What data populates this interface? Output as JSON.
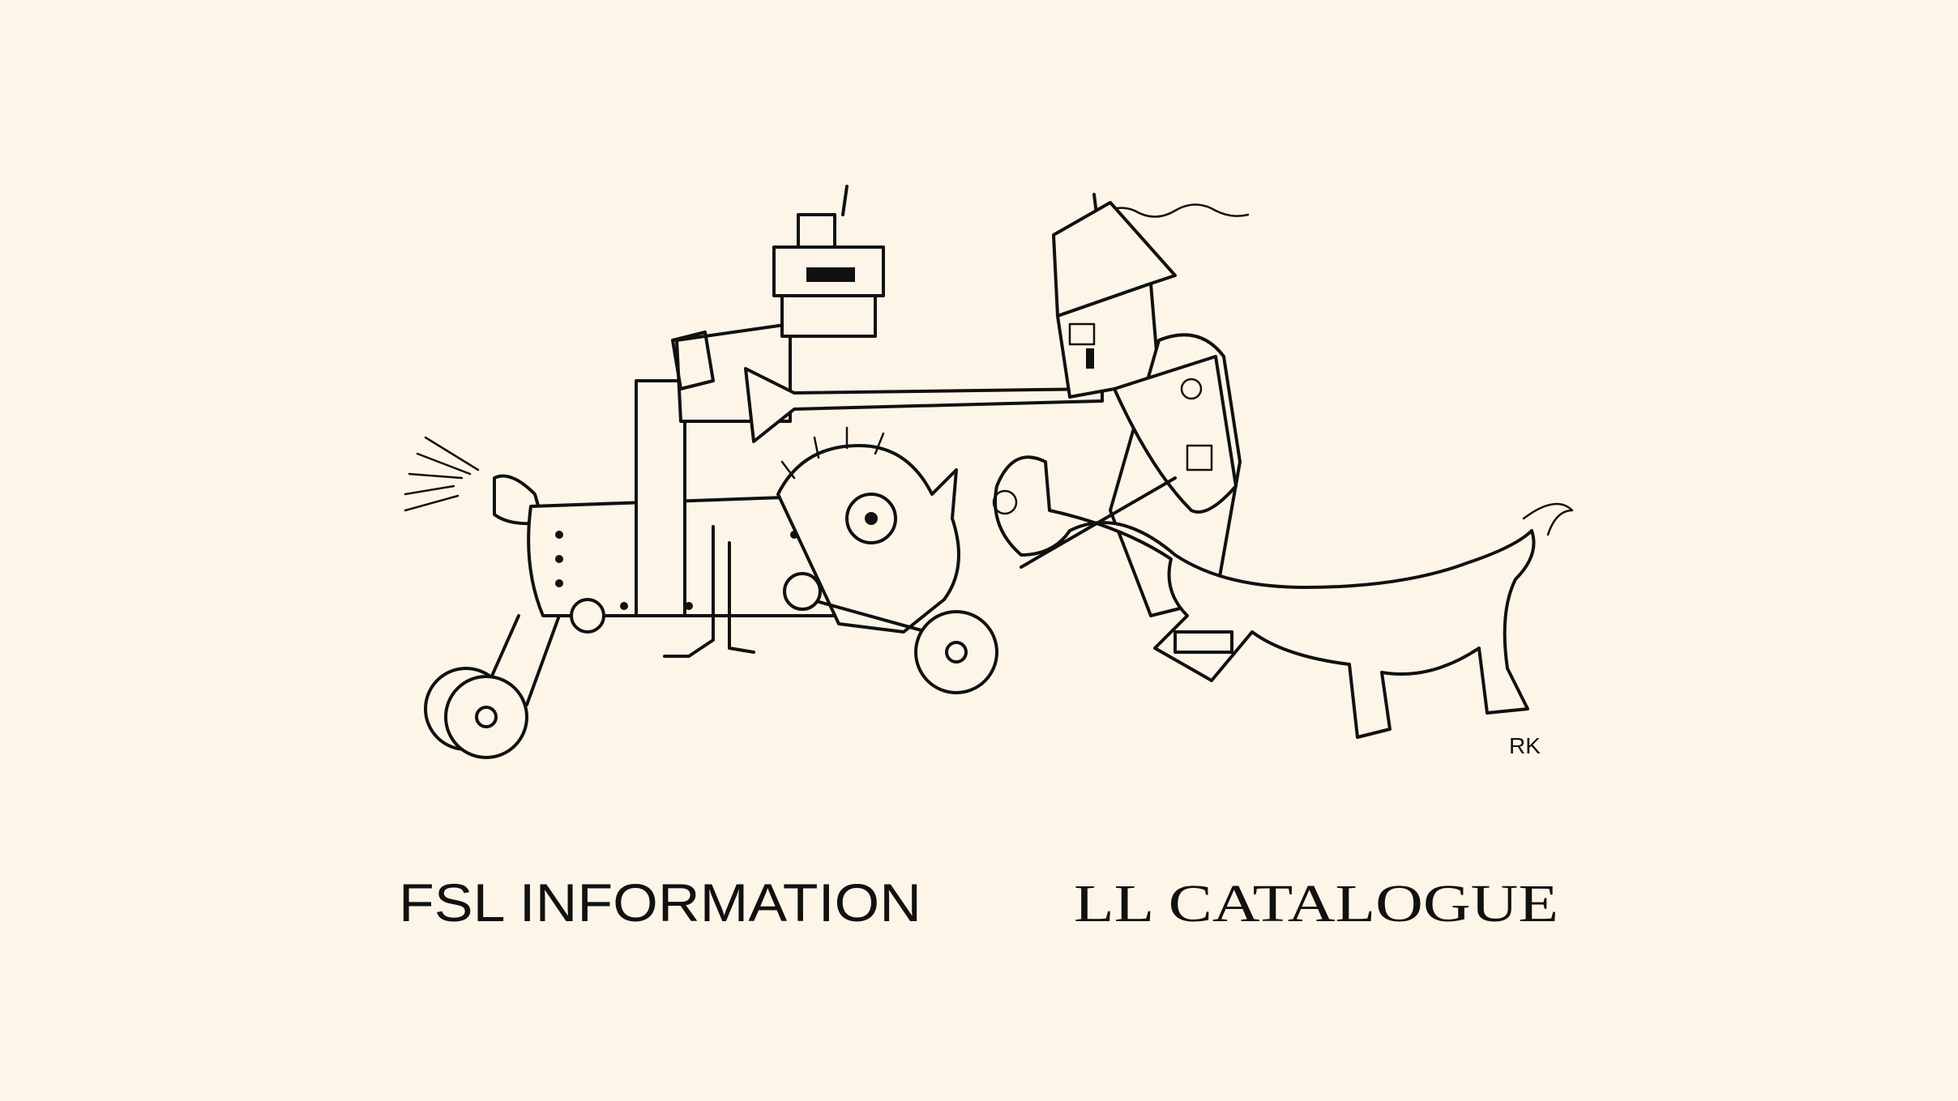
{
  "links": {
    "fsl_information": "FSL INFORMATION",
    "ll_catalogue": "LL CATALOGUE"
  },
  "illustration": {
    "signature": "RK"
  },
  "colors": {
    "background": "#fdf6e8",
    "ink": "#111111"
  }
}
